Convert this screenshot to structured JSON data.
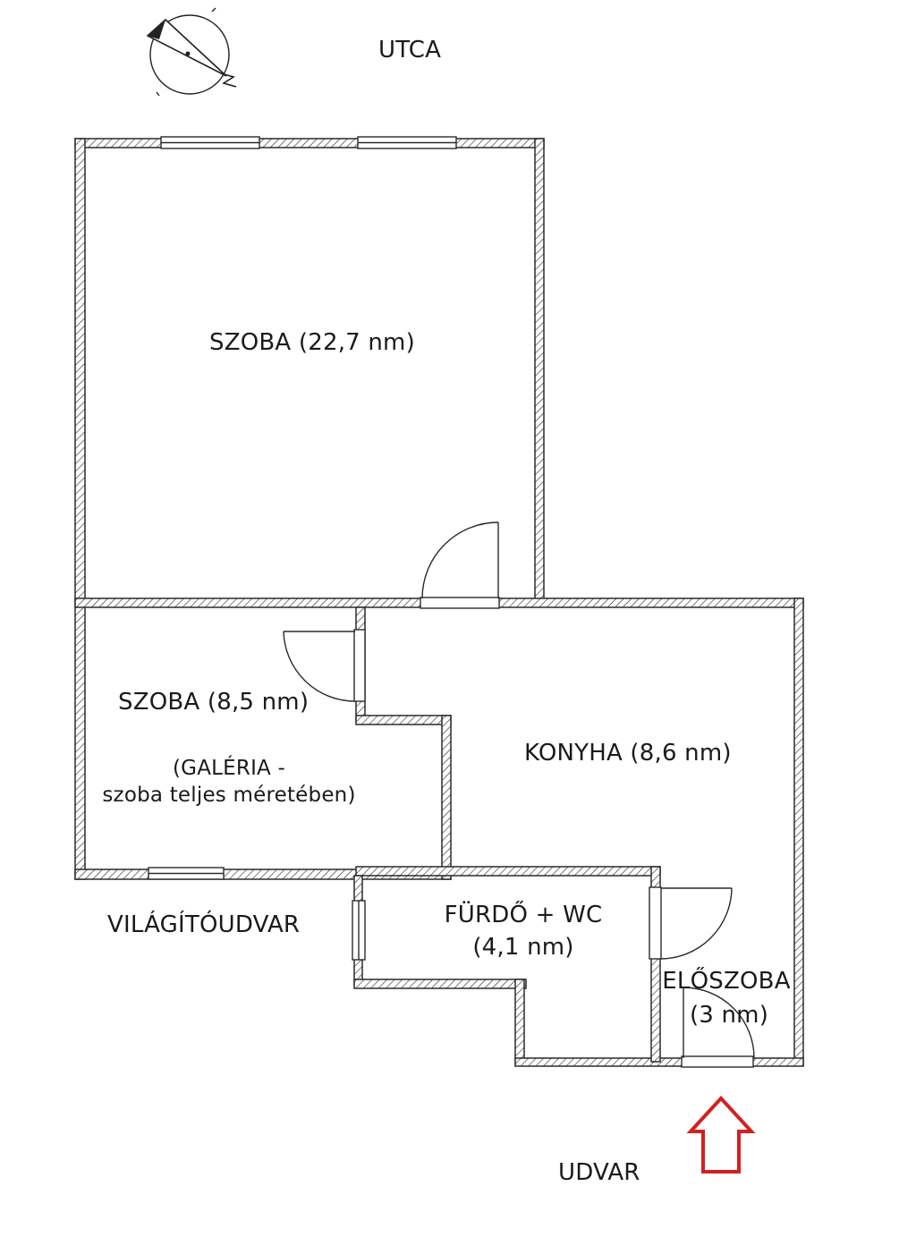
{
  "labels": {
    "street": "UTCA",
    "room_large": "SZOBA (22,7 nm)",
    "room_small": "SZOBA (8,5 nm)",
    "gallery_line1": "(GALÉRIA -",
    "gallery_line2": "szoba teljes méretében)",
    "kitchen": "KONYHA (8,6 nm)",
    "bath_line1": "FÜRDŐ + WC",
    "bath_line2": "(4,1 nm)",
    "lightwell": "VILÁGÍTÓUDVAR",
    "hall_line1": "ELŐSZOBA",
    "hall_line2": "(3 nm)",
    "yard": "UDVAR"
  },
  "colors": {
    "wall": "#2a2a2a",
    "entrance_arrow": "#d42020"
  },
  "icons": {
    "north": "compass-north-icon",
    "entrance": "entrance-arrow-icon"
  }
}
